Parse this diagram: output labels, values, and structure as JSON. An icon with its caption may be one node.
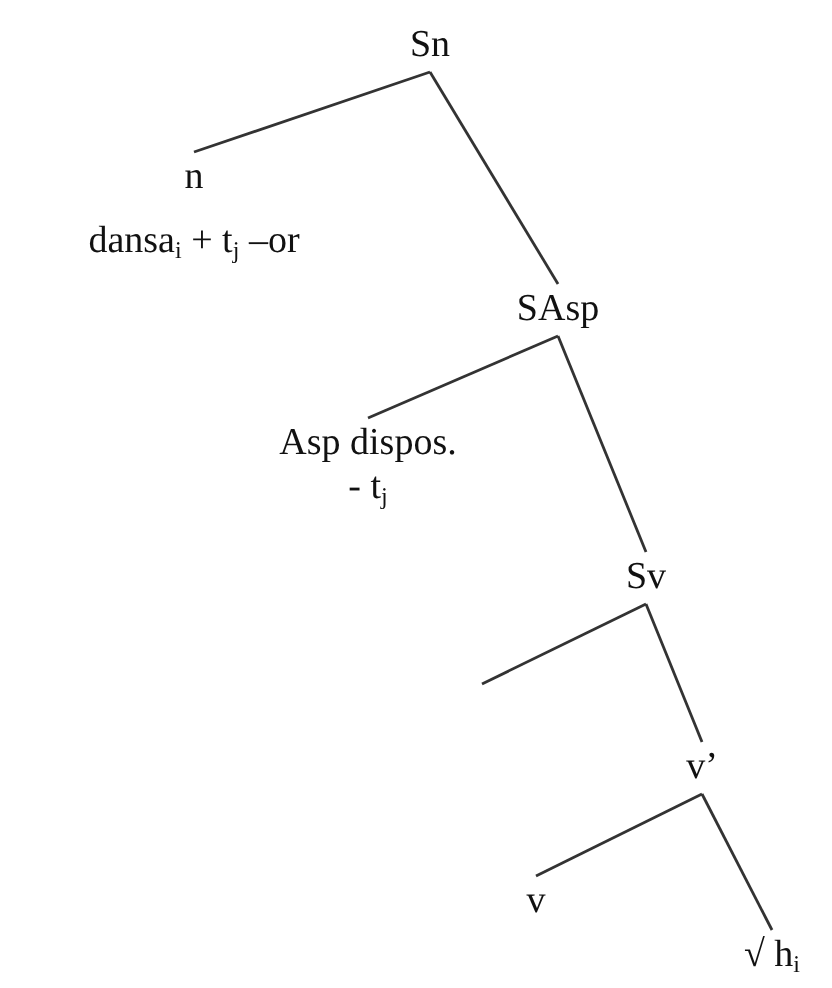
{
  "diagram": {
    "nodes": [
      {
        "text": [
          "Sn"
        ]
      },
      {
        "text": [
          "n",
          "dansa$_{i}$ + t$_{j}$ –or"
        ]
      },
      {
        "text": [
          "SAsp"
        ]
      },
      {
        "text": [
          "Asp dispos.",
          "- t$_{j}$"
        ]
      },
      {
        "text": [
          "Sv"
        ]
      },
      {
        "text": [
          "v’"
        ]
      },
      {
        "text": [
          "v"
        ]
      },
      {
        "text": [
          "√ h$_{i}$"
        ]
      }
    ],
    "edges": [
      {
        "from": 0,
        "to": 1,
        "arrow": "none"
      },
      {
        "from": 0,
        "to": 2,
        "arrow": "none"
      },
      {
        "from": 2,
        "to": 3,
        "arrow": "none"
      },
      {
        "from": 2,
        "to": 4,
        "arrow": "none"
      },
      {
        "from": 4,
        "to": null,
        "arrow": "none"
      },
      {
        "from": 4,
        "to": 5,
        "arrow": "none"
      },
      {
        "from": 5,
        "to": 6,
        "arrow": "none"
      },
      {
        "from": 5,
        "to": 7,
        "arrow": "none"
      }
    ]
  }
}
